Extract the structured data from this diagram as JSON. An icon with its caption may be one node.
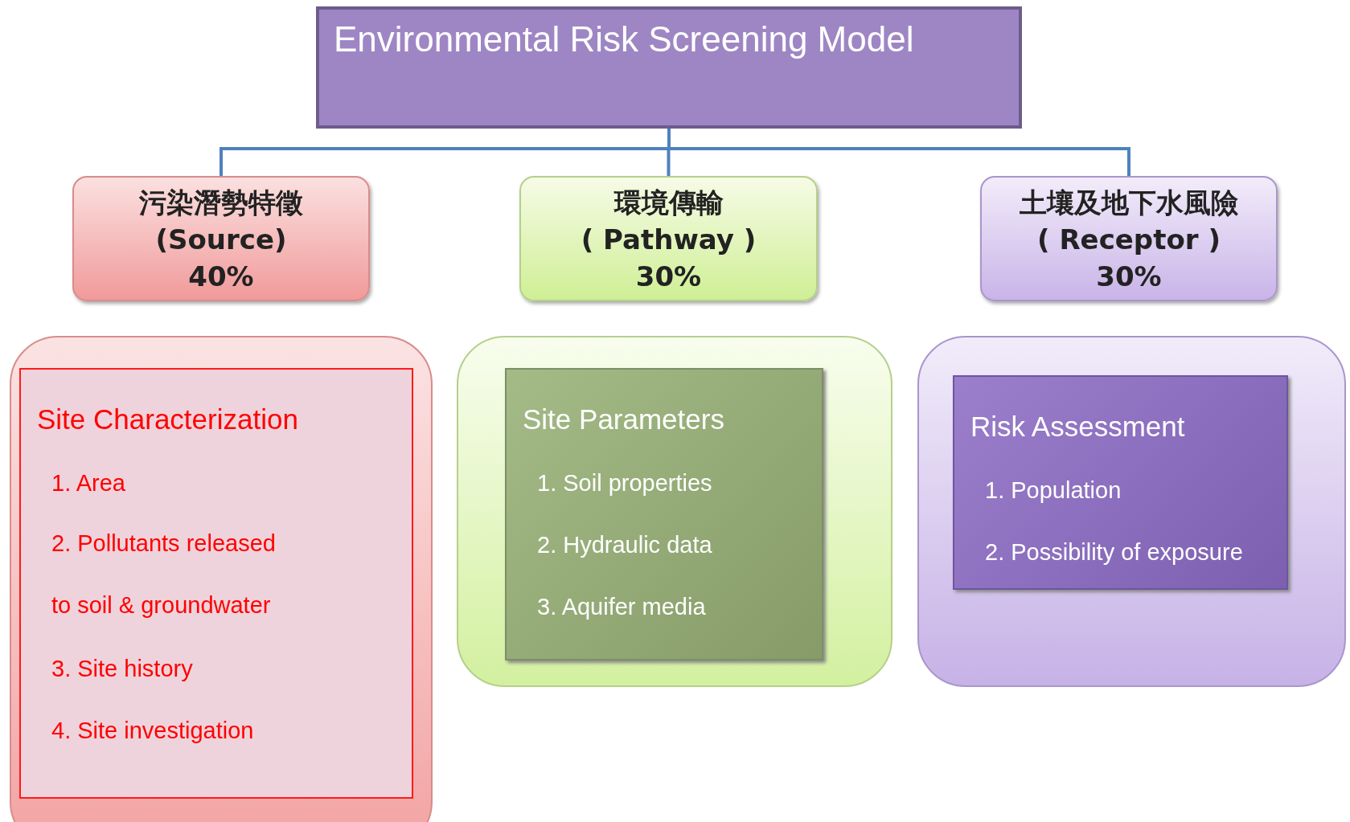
{
  "diagram": {
    "nodes": [
      {
        "text": [
          "Environmental Risk Screening Model"
        ]
      },
      {
        "text": [
          "污染潛勢特徵",
          "(Source)",
          "40%"
        ]
      },
      {
        "text": [
          "環境傳輸",
          "( Pathway )",
          "30%"
        ]
      },
      {
        "text": [
          "土壤及地下水風險",
          "( Receptor )",
          "30%"
        ]
      },
      {
        "text": [],
        "shape": "box"
      },
      {
        "text": [
          "Site Characterization",
          "1. Area",
          "2. Pollutants released to soil & groundwater",
          "3. Site history",
          "4. Site investigation"
        ],
        "in": 4
      },
      {
        "text": [],
        "shape": "box"
      },
      {
        "text": [
          "Site Parameters",
          "1. Soil properties",
          "2. Hydraulic data",
          "3. Aquifer media"
        ],
        "in": 6
      },
      {
        "text": [],
        "shape": "box"
      },
      {
        "text": [
          "Risk Assessment",
          "1. Population",
          "2. Possibility of exposure"
        ],
        "in": 8
      }
    ],
    "edges": [
      {
        "from": 0,
        "to": 1,
        "arrow": "none"
      },
      {
        "from": 0,
        "to": 2,
        "arrow": "none"
      },
      {
        "from": 0,
        "to": 3,
        "arrow": "none"
      }
    ]
  }
}
